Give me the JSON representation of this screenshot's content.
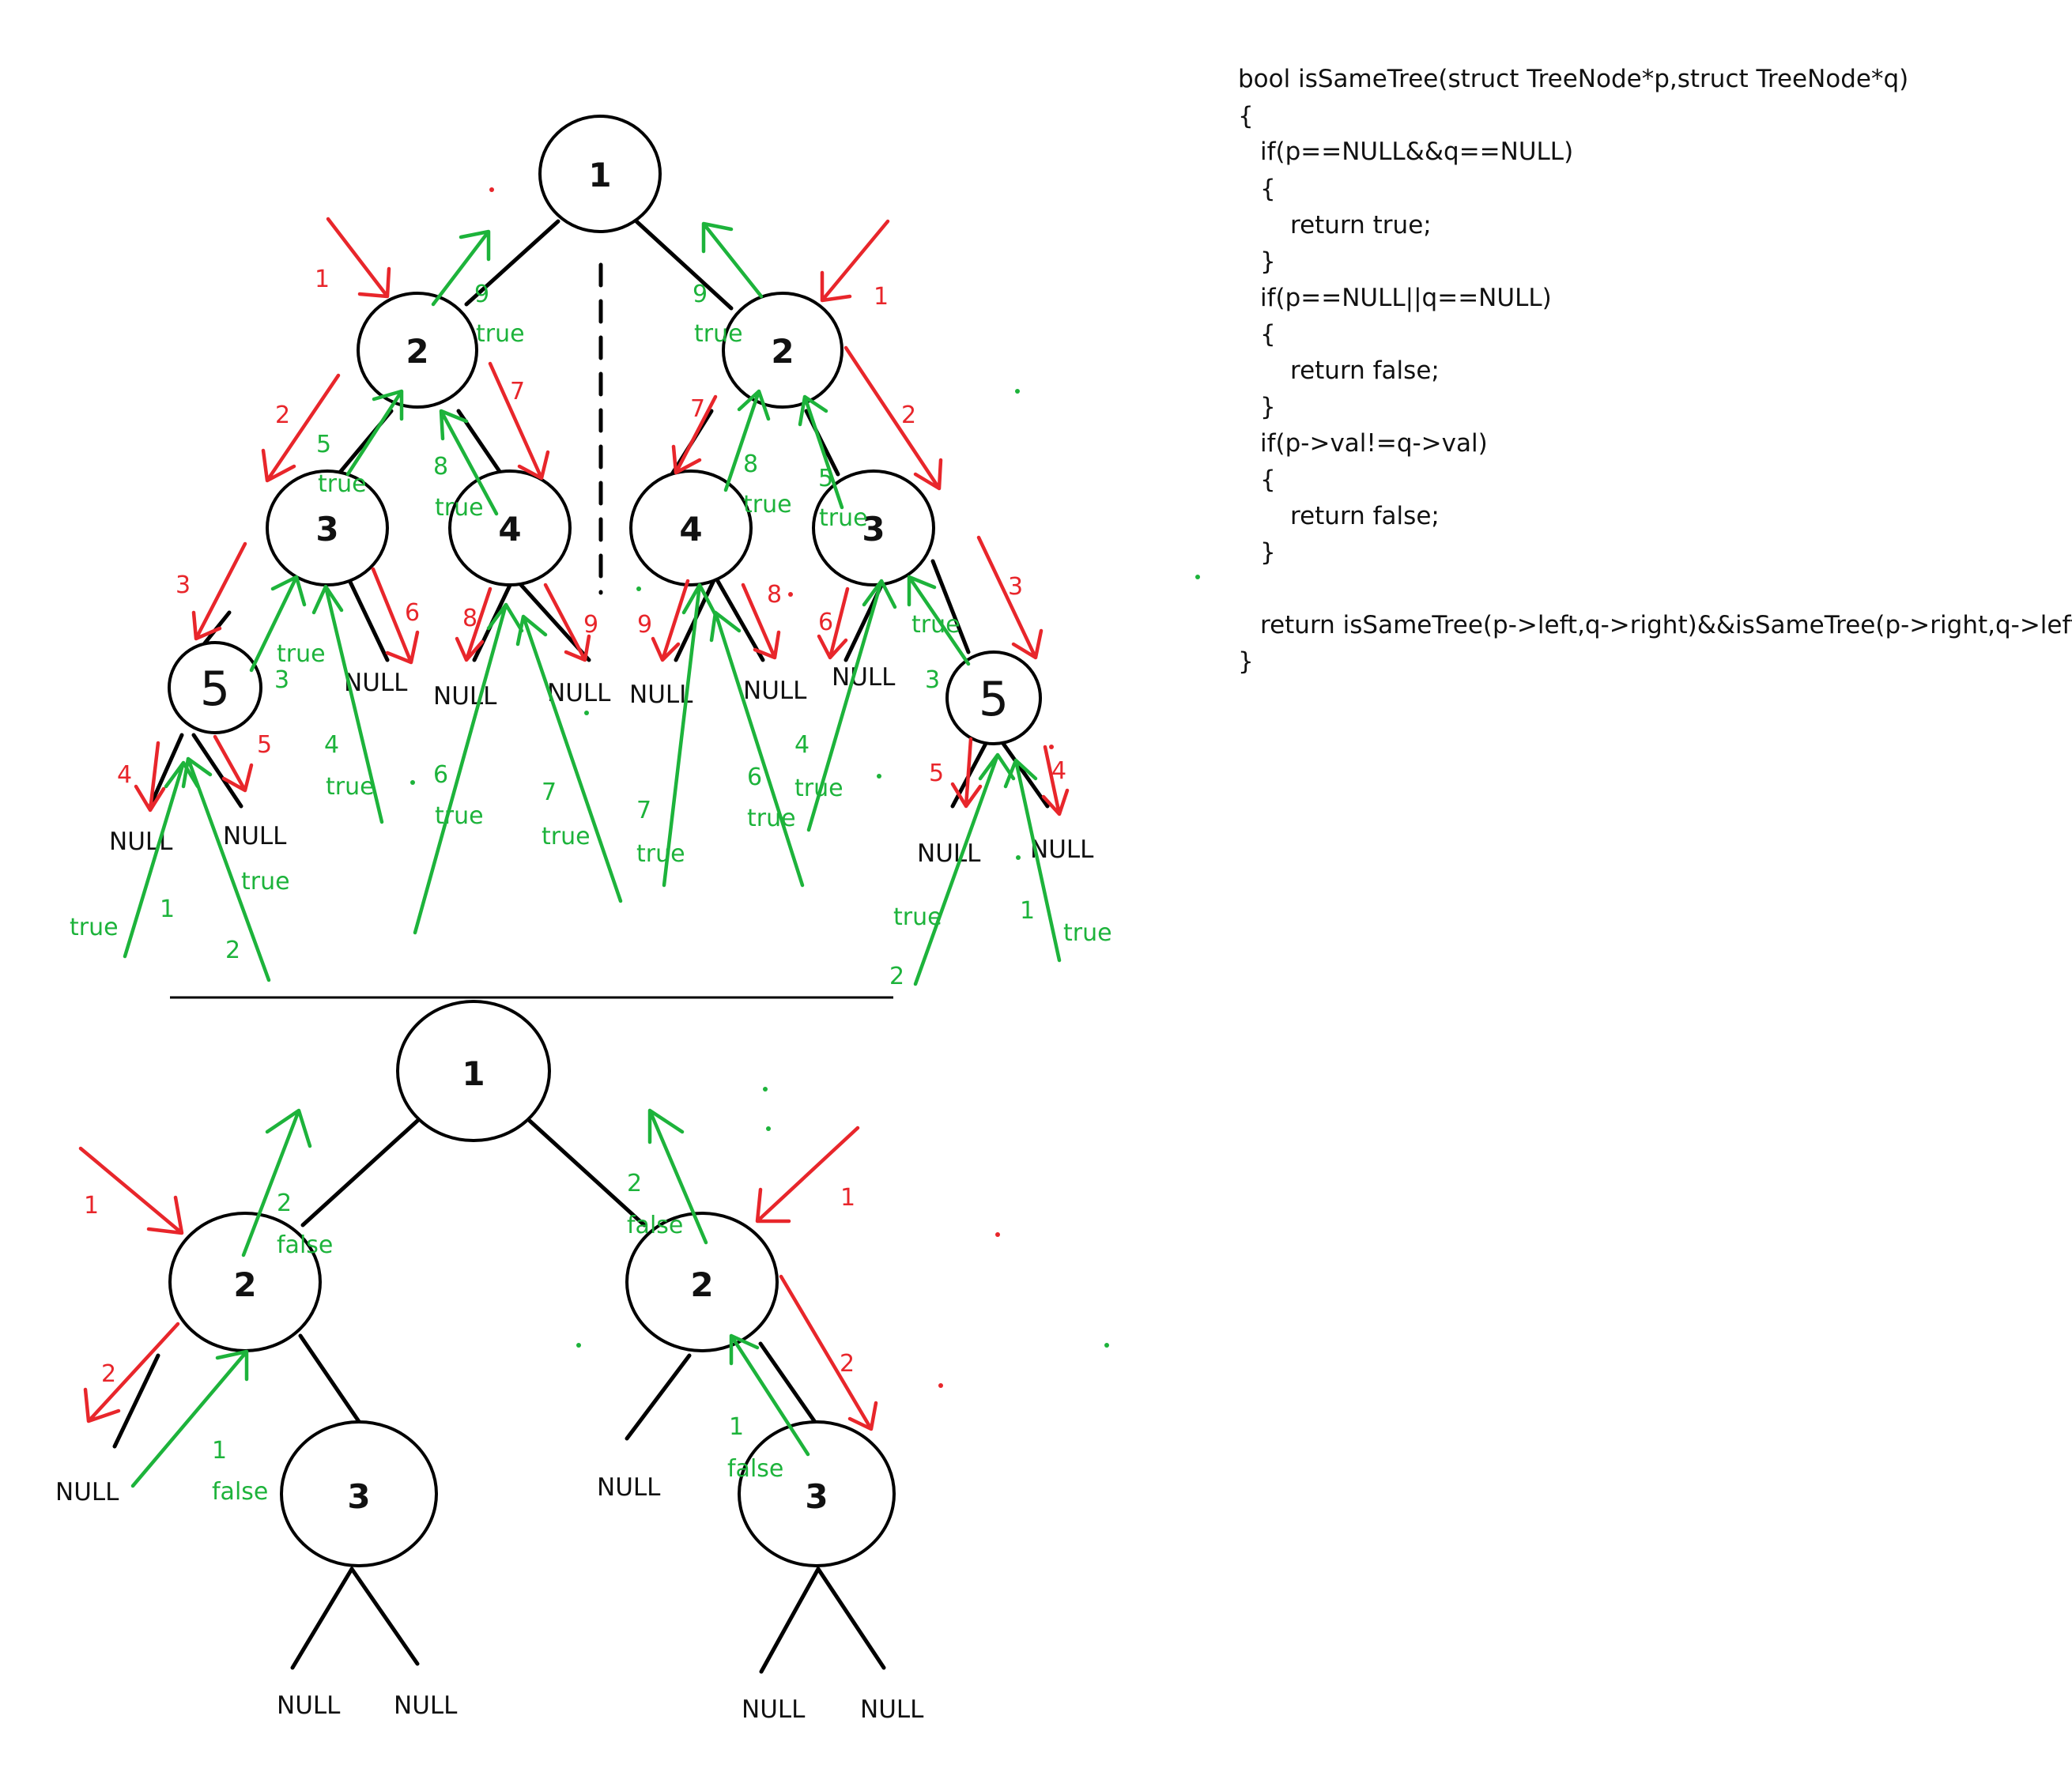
{
  "colors": {
    "call": "#e8262b",
    "return": "#1db33b",
    "ink": "#111111"
  },
  "code": [
    "bool isSameTree(struct TreeNode*p,struct TreeNode*q)",
    "{",
    "    if(p==NULL&&q==NULL)",
    "    {",
    "        return true;",
    "    }",
    "    if(p==NULL||q==NULL)",
    "    {",
    "        return false;",
    "    }",
    "    if(p->val!=q->val)",
    "    {",
    "        return false;",
    "    }",
    "",
    "    return isSameTree(p->left,q->right)&&isSameTree(p->right,q->left);",
    "}"
  ],
  "top_tree": {
    "root": "1",
    "left_2": "2",
    "right_2": "2",
    "l_3": "3",
    "l_4": "4",
    "r_4": "4",
    "r_3": "3",
    "l_5": "5",
    "r_5": "5"
  },
  "bottom_tree": {
    "root": "1",
    "left_2": "2",
    "right_2": "2",
    "left_3": "3",
    "right_3": "3"
  },
  "null_label": "NULL",
  "true_label": "true",
  "false_label": "false",
  "steps": [
    "1",
    "2",
    "3",
    "4",
    "5",
    "6",
    "7",
    "8",
    "9"
  ]
}
